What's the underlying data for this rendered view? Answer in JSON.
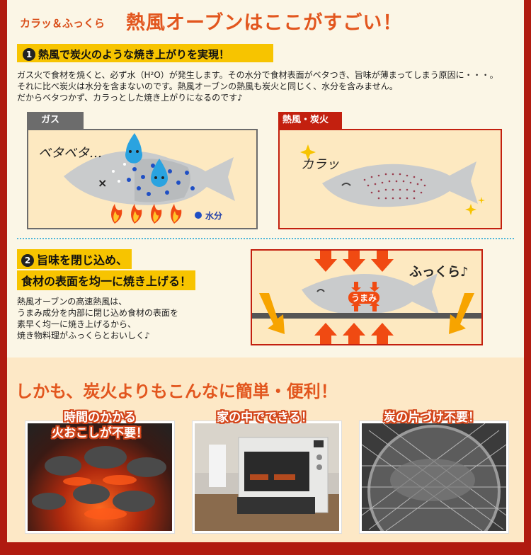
{
  "header": {
    "small": "カラッ＆ふっくら",
    "big": "熱風オーブンはここがすごい！"
  },
  "section1": {
    "number": "1",
    "title": "熱風で炭火のような焼き上がりを実現！",
    "lines": [
      "ガス火で食材を焼くと、必ず水（H²O）が発生します。その水分で食材表面がベタつき、旨味が薄まってしまう原因に・・・。",
      "それに比べ炭火は水分を含まないのです。熱風オーブンの熱風も炭火と同じく、水分を含みません。",
      "だからベタつかず、カラっとした焼き上がりになるのです♪"
    ],
    "gas_tab": "ガス",
    "gas_word": "ベタベタ…",
    "water_legend": "水分",
    "fire_tab": "熱風・炭火",
    "fire_word": "カラッ"
  },
  "section2": {
    "number": "2",
    "title_line1": "旨味を閉じ込め、",
    "title_line2": "食材の表面を均一に焼き上げる！",
    "lines": [
      "熱風オーブンの高速熱風は、",
      "うまみ成分を内部に閉じ込め食材の表面を",
      "素早く均一に焼き上げるから、",
      "焼き物料理がふっくらとおいしく♪"
    ],
    "umami": "うまみ",
    "fluffy": "ふっくら♪"
  },
  "section3": {
    "title": "しかも、炭火よりもこんなに簡単・便利！",
    "cards": [
      {
        "caption1": "時間のかかる",
        "caption2": "火おこしが不要！"
      },
      {
        "caption1": "家の中でできる！",
        "caption2": ""
      },
      {
        "caption1": "炭の片づけ不要！",
        "caption2": ""
      }
    ]
  },
  "colors": {
    "accent": "#e2561e",
    "frame": "#b01b10",
    "highlight": "#f7c400",
    "water": "#1f4fc4"
  }
}
